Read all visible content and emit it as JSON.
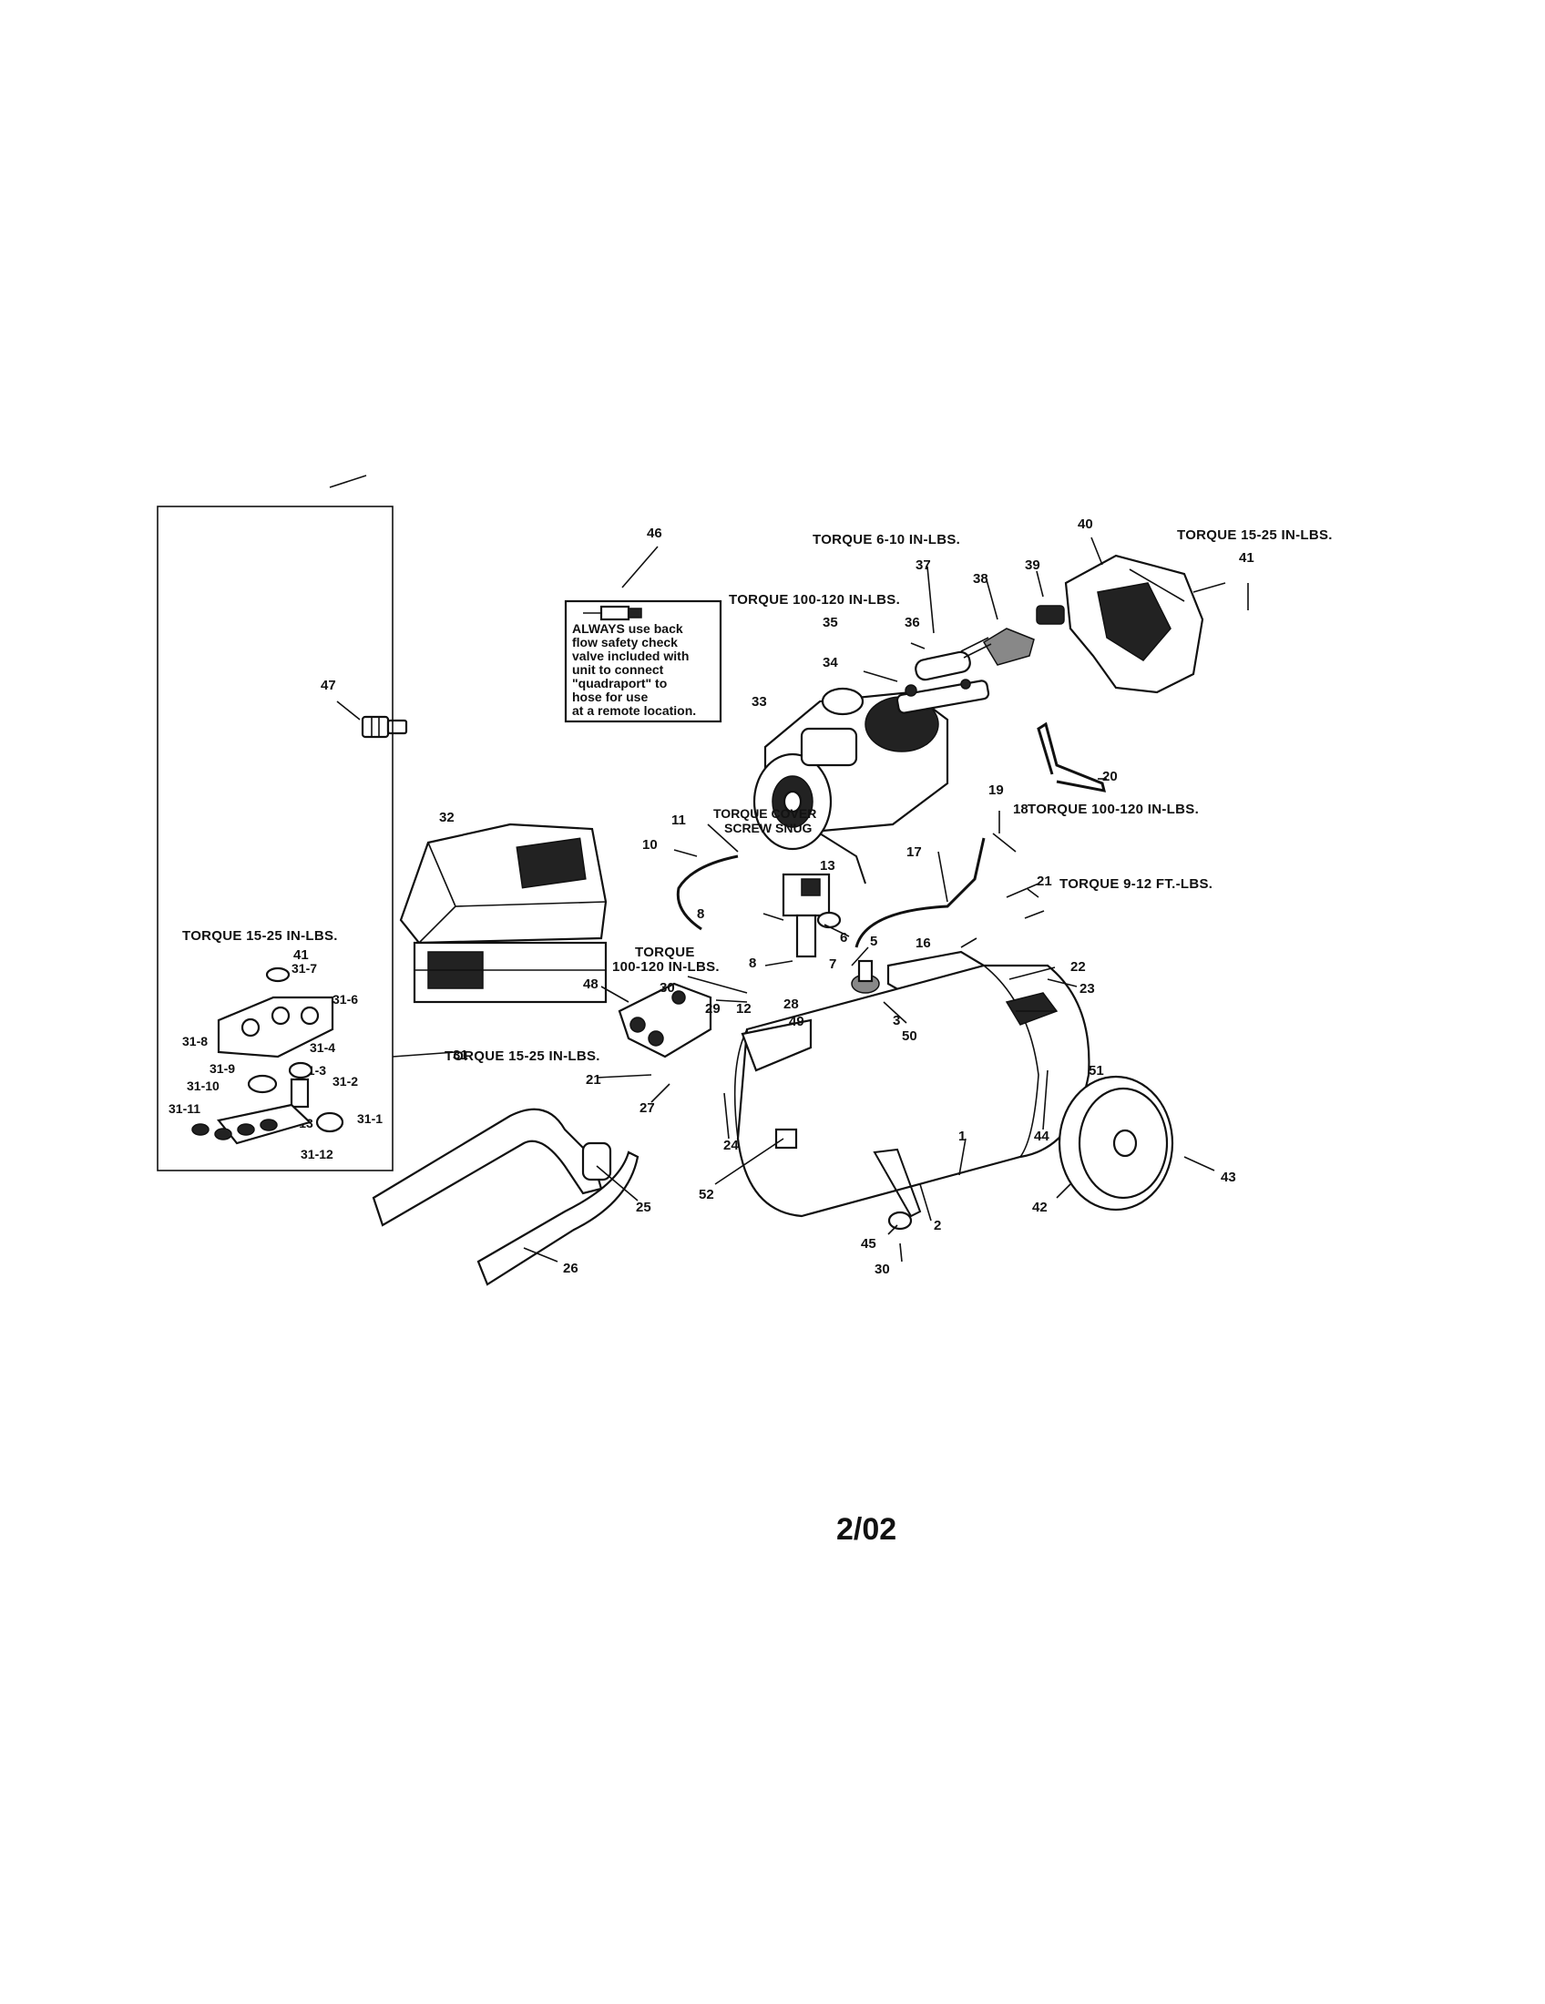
{
  "torque_notes": {
    "t_6_10": "TORQUE  6-10 IN-LBS.",
    "t_15_25_top": "TORQUE 15-25 IN-LBS.",
    "t_100_120_top": "TORQUE 100-120 IN-LBS.",
    "t_cover_line1": "TORQUE COVER",
    "t_cover_line2": "SCREW SNUG",
    "t_100_120_right": "TORQUE 100-120 IN-LBS.",
    "t_9_12": "TORQUE 9-12 FT.-LBS.",
    "t_15_25_left": "TORQUE 15-25 IN-LBS.",
    "t_100_120_mid_line1": "TORQUE",
    "t_100_120_mid_line2": "100-120 IN-LBS.",
    "t_15_25_handle": "TORQUE 15-25 IN-LBS."
  },
  "warning_label": {
    "line1": "ALWAYS use back",
    "line2": "flow safety check",
    "line3": "valve included with",
    "line4": "unit to connect",
    "line5": "\"quadraport\" to",
    "line6": "hose for use",
    "line7": "at a remote location."
  },
  "parts": {
    "p1": "1",
    "p2": "2",
    "p3": "3",
    "p5": "5",
    "p6": "6",
    "p7": "7",
    "p8a": "8",
    "p8b": "8",
    "p10": "10",
    "p11": "11",
    "p12": "12",
    "p13": "13",
    "p16": "16",
    "p17": "17",
    "p18": "18",
    "p19": "19",
    "p20": "20",
    "p21a": "21",
    "p21b": "21",
    "p22": "22",
    "p23": "23",
    "p24": "24",
    "p25": "25",
    "p26": "26",
    "p27": "27",
    "p28": "28",
    "p29": "29",
    "p30a": "30",
    "p30b": "30",
    "p31": "31",
    "p31_1": "31-1",
    "p31_2": "31-2",
    "p31_3": "31-3",
    "p31_4": "31-4",
    "p31_6": "31-6",
    "p31_7": "31-7",
    "p31_8": "31-8",
    "p31_9": "31-9",
    "p31_10": "31-10",
    "p31_11": "31-11",
    "p31_12": "31-12",
    "p31_13": "31-13",
    "p32": "32",
    "p33": "33",
    "p34": "34",
    "p35": "35",
    "p36": "36",
    "p37": "37",
    "p38": "38",
    "p39": "39",
    "p40": "40",
    "p41a": "41",
    "p41b": "41",
    "p42": "42",
    "p43": "43",
    "p44": "44",
    "p45": "45",
    "p46": "46",
    "p47": "47",
    "p48": "48",
    "p49": "49",
    "p50": "50",
    "p51": "51",
    "p52": "52"
  },
  "revision_date": "2/02"
}
